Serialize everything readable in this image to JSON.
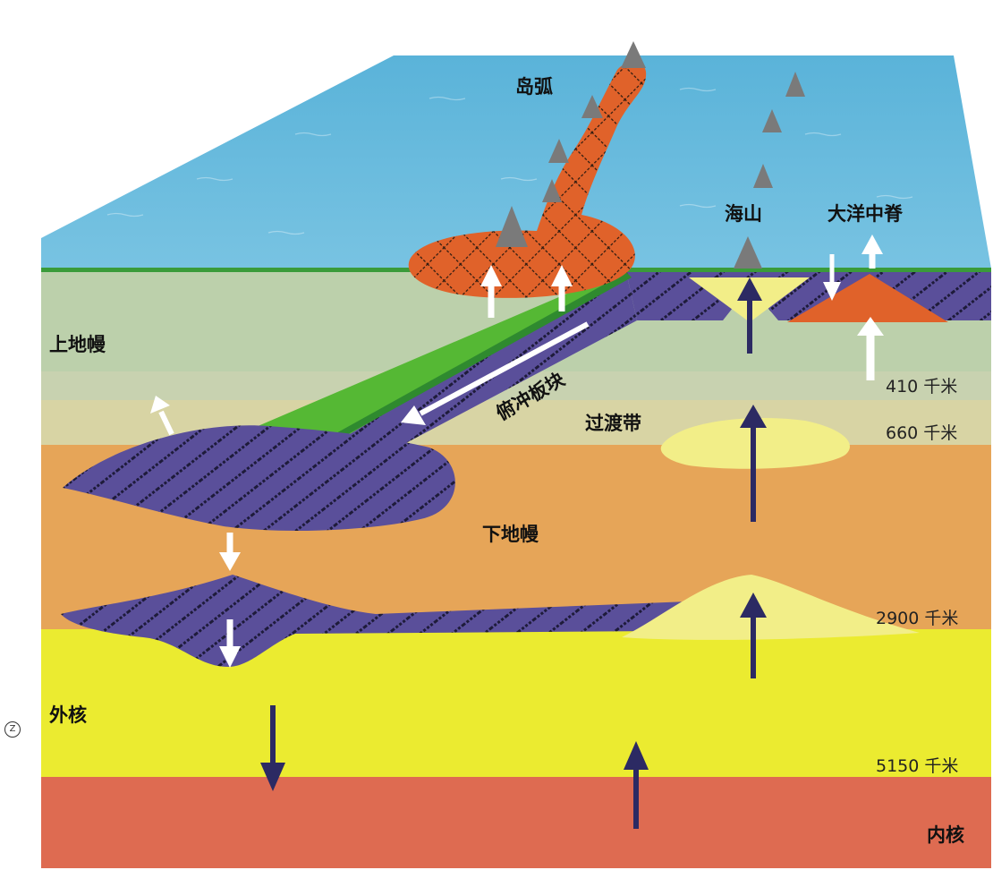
{
  "labels": {
    "island_arc": "岛弧",
    "seamount": "海山",
    "mid_ocean_ridge": "大洋中脊",
    "upper_mantle": "上地幔",
    "subducting_slab": "俯冲板块",
    "transition_zone": "过渡带",
    "lower_mantle": "下地幔",
    "outer_core": "外核",
    "inner_core": "内核"
  },
  "depths": {
    "d410": "410 千米",
    "d660": "660 千米",
    "d2900": "2900 千米",
    "d5150": "5150 千米"
  },
  "side_mark": "Z",
  "colors": {
    "ocean": "#63b8dc",
    "upper_mantle": "#bcd0ab",
    "transition_zone": "#d8d4a4",
    "lower_mantle": "#e6a558",
    "outer_core": "#ebeb30",
    "inner_core": "#de6b51",
    "slab": "#5a4f9a",
    "crust_green": "#3a9b3a",
    "arc_orange": "#e0622a",
    "upwelling_arrow": "#2c2a63"
  }
}
